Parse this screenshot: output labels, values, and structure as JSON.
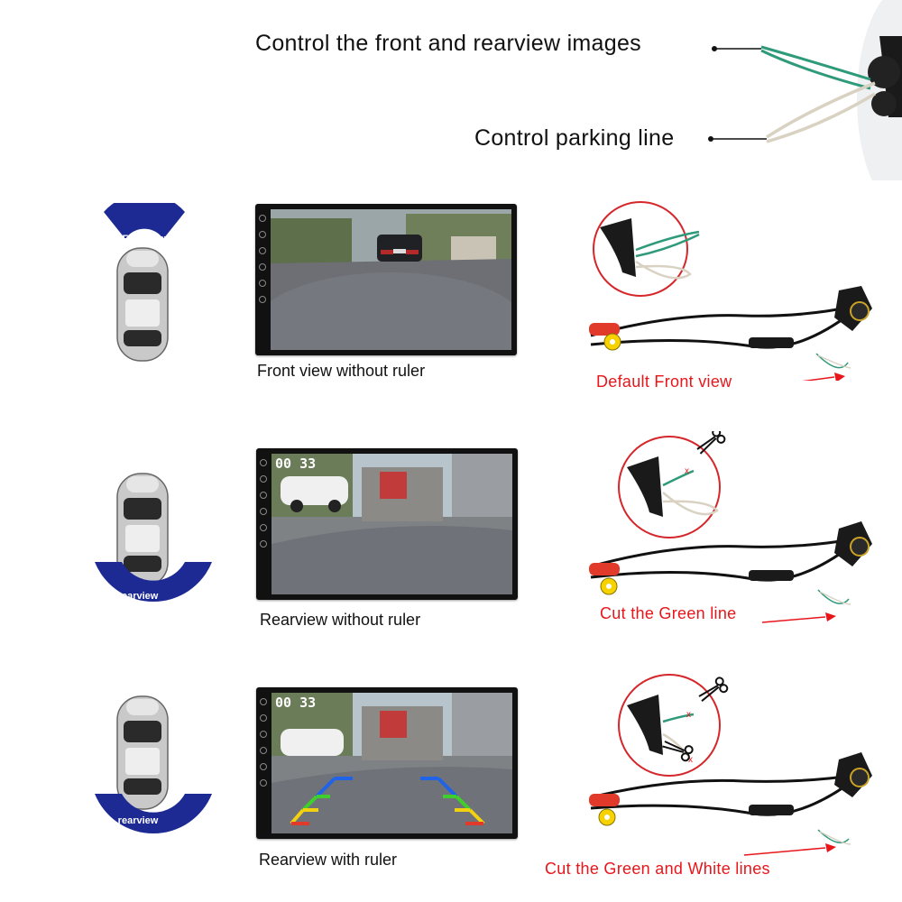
{
  "header": {
    "line1": "Control the front and rearview images",
    "line2": "Control parking line"
  },
  "rows": [
    {
      "badge_label": "Front view",
      "screen_caption": "Front view without ruler",
      "screen_clock": "",
      "wire_caption": "Default Front view"
    },
    {
      "badge_label": "rearview",
      "screen_caption": "Rearview without ruler",
      "screen_clock": "00 33",
      "wire_caption": "Cut the Green line"
    },
    {
      "badge_label": "rearview",
      "screen_caption": "Rearview with ruler",
      "screen_clock": "00 33",
      "wire_caption": "Cut the Green and White lines"
    }
  ],
  "colors": {
    "badge_blue": "#1d2a94",
    "caption_red": "#e8161b",
    "green_wire": "#2e9a7a",
    "white_wire": "#d9d2c2",
    "rca_yellow": "#f5d200",
    "rca_red": "#e23a2a"
  }
}
